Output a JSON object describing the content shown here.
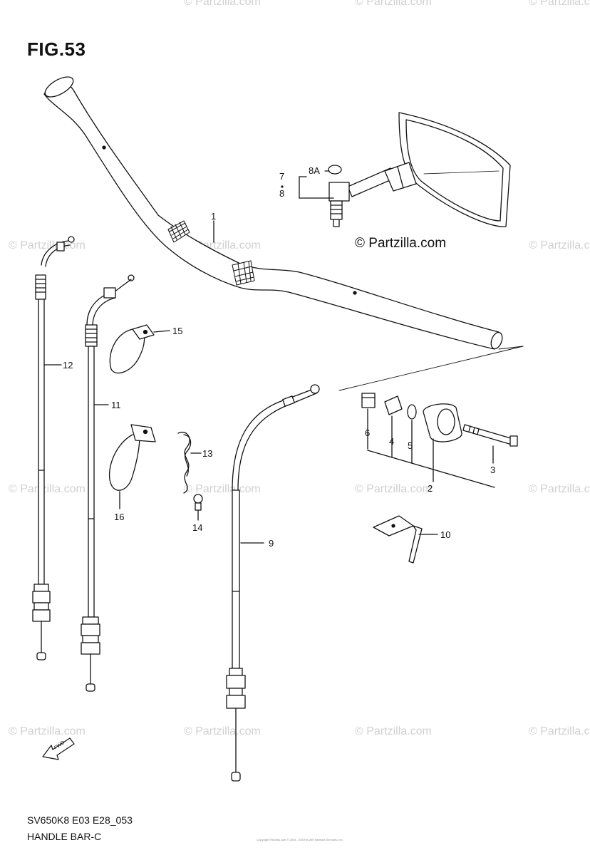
{
  "figure": {
    "title": "FIG.53",
    "code": "SV650K8 E03 E28_053",
    "name": "HANDLE BAR-C"
  },
  "brand_text": "© Partzilla.com",
  "watermark_text": "© Partzilla.com",
  "copyright_text": "Copyright Partzilla.com © 2004 - 2019 by ARI Network Services, Inc.",
  "fwd_label": "FWD",
  "callouts": {
    "c1": "1",
    "c2": "2",
    "c3": "3",
    "c4": "4",
    "c5": "5",
    "c6": "6",
    "c7": "7",
    "c8": "8",
    "c8a": "8A",
    "c9": "9",
    "c10": "10",
    "c11": "11",
    "c12": "12",
    "c13": "13",
    "c14": "14",
    "c15": "15",
    "c16": "16"
  },
  "colors": {
    "ink": "#111111",
    "watermark": "#d0d0d0"
  }
}
